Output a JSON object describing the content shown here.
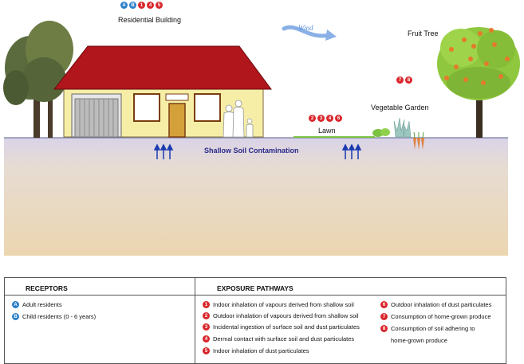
{
  "scene": {
    "residential_building": {
      "label": "Residential Building",
      "badges": [
        "A",
        "B",
        "1",
        "4",
        "5"
      ]
    },
    "wind": {
      "label": "Wind"
    },
    "fruit_tree": {
      "label": "Fruit Tree"
    },
    "vegetable_garden": {
      "label": "Vegetable Garden",
      "badges": [
        "7",
        "8"
      ]
    },
    "lawn": {
      "label": "Lawn",
      "badges": [
        "2",
        "3",
        "4",
        "6"
      ]
    },
    "contamination": {
      "label": "Shallow Soil Contamination"
    }
  },
  "legend": {
    "receptors_header": "RECEPTORS",
    "pathways_header": "EXPOSURE PATHWAYS",
    "receptors": [
      {
        "id": "A",
        "text": "Adult residents"
      },
      {
        "id": "B",
        "text": "Child residents (0 - 6 years)"
      }
    ],
    "pathways": [
      {
        "id": "1",
        "text": "Indoor inhalation of vapours derived from shallow soil"
      },
      {
        "id": "2",
        "text": "Outdoor inhalation of vapours derived from shallow soil"
      },
      {
        "id": "3",
        "text": "Incidental ingestion of surface soil and dust particulates"
      },
      {
        "id": "4",
        "text": "Dermal contact with surface soil and dust particulates"
      },
      {
        "id": "5",
        "text": "Indoor inhalation of dust particulates"
      },
      {
        "id": "6",
        "text": "Outdoor inhalation of dust particulates"
      },
      {
        "id": "7",
        "text": "Consumption of home-grown produce"
      },
      {
        "id": "8",
        "text": "Consumption of soil adhering to",
        "text2": "home-grown produce"
      }
    ]
  },
  "colors": {
    "receptor_badge": "#2a7fc8",
    "pathway_badge": "#d9262b",
    "soil": "#ead7b8",
    "roof": "#b0161c",
    "contamination_text": "#2b2b8a"
  }
}
